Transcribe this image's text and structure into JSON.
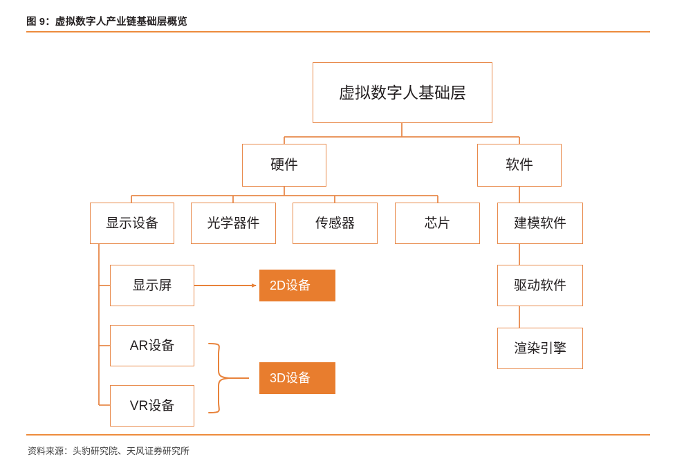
{
  "header": {
    "title": "图 9：虚拟数字人产业链基础层概览",
    "rule_color": "#ed8b3c"
  },
  "footer": {
    "source": "资料来源：头豹研究院、天风证券研究所"
  },
  "theme": {
    "accent": "#ed8b3c",
    "box_border": "#e8894a",
    "box_fill": "#ffffff",
    "highlight_fill": "#e87d2e",
    "highlight_text": "#ffffff",
    "text": "#231f20"
  },
  "chart_data": {
    "type": "diagram",
    "title": "虚拟数字人产业链基础层概览",
    "orientation": "top-down tree",
    "nodes": [
      {
        "id": "root",
        "label": "虚拟数字人基础层",
        "level": 0,
        "style": "outline"
      },
      {
        "id": "hardware",
        "label": "硬件",
        "level": 1,
        "style": "outline"
      },
      {
        "id": "software",
        "label": "软件",
        "level": 1,
        "style": "outline"
      },
      {
        "id": "display",
        "label": "显示设备",
        "level": 2,
        "style": "outline"
      },
      {
        "id": "optics",
        "label": "光学器件",
        "level": 2,
        "style": "outline"
      },
      {
        "id": "sensor",
        "label": "传感器",
        "level": 2,
        "style": "outline"
      },
      {
        "id": "chip",
        "label": "芯片",
        "level": 2,
        "style": "outline"
      },
      {
        "id": "modeling",
        "label": "建模软件",
        "level": 2,
        "style": "outline"
      },
      {
        "id": "driving",
        "label": "驱动软件",
        "level": 2,
        "style": "outline"
      },
      {
        "id": "render",
        "label": "渲染引擎",
        "level": 2,
        "style": "outline"
      },
      {
        "id": "screen",
        "label": "显示屏",
        "level": 3,
        "style": "outline"
      },
      {
        "id": "ar",
        "label": "AR设备",
        "level": 3,
        "style": "outline"
      },
      {
        "id": "vr",
        "label": "VR设备",
        "level": 3,
        "style": "outline"
      },
      {
        "id": "dev2d",
        "label": "2D设备",
        "level": 4,
        "style": "filled"
      },
      {
        "id": "dev3d",
        "label": "3D设备",
        "level": 4,
        "style": "filled"
      }
    ],
    "edges": [
      {
        "from": "root",
        "to": "hardware",
        "type": "elbow"
      },
      {
        "from": "root",
        "to": "software",
        "type": "elbow"
      },
      {
        "from": "hardware",
        "to": "display",
        "type": "elbow"
      },
      {
        "from": "hardware",
        "to": "optics",
        "type": "elbow"
      },
      {
        "from": "hardware",
        "to": "sensor",
        "type": "elbow"
      },
      {
        "from": "hardware",
        "to": "chip",
        "type": "elbow"
      },
      {
        "from": "software",
        "to": "modeling",
        "type": "elbow"
      },
      {
        "from": "software",
        "to": "driving",
        "type": "elbow"
      },
      {
        "from": "software",
        "to": "render",
        "type": "elbow"
      },
      {
        "from": "display",
        "to": "screen",
        "type": "elbow"
      },
      {
        "from": "display",
        "to": "ar",
        "type": "elbow"
      },
      {
        "from": "display",
        "to": "vr",
        "type": "elbow"
      },
      {
        "from": "screen",
        "to": "dev2d",
        "type": "arrow"
      },
      {
        "from": "ar",
        "to": "dev3d",
        "type": "brace"
      },
      {
        "from": "vr",
        "to": "dev3d",
        "type": "brace"
      }
    ]
  },
  "nodes": {
    "root": {
      "label": "虚拟数字人基础层"
    },
    "hardware": {
      "label": "硬件"
    },
    "software": {
      "label": "软件"
    },
    "display": {
      "label": "显示设备"
    },
    "optics": {
      "label": "光学器件"
    },
    "sensor": {
      "label": "传感器"
    },
    "chip": {
      "label": "芯片"
    },
    "modeling": {
      "label": "建模软件"
    },
    "driving": {
      "label": "驱动软件"
    },
    "render": {
      "label": "渲染引擎"
    },
    "screen": {
      "label": "显示屏"
    },
    "ar": {
      "label": "AR设备"
    },
    "vr": {
      "label": "VR设备"
    },
    "dev2d": {
      "label": "2D设备"
    },
    "dev3d": {
      "label": "3D设备"
    }
  }
}
